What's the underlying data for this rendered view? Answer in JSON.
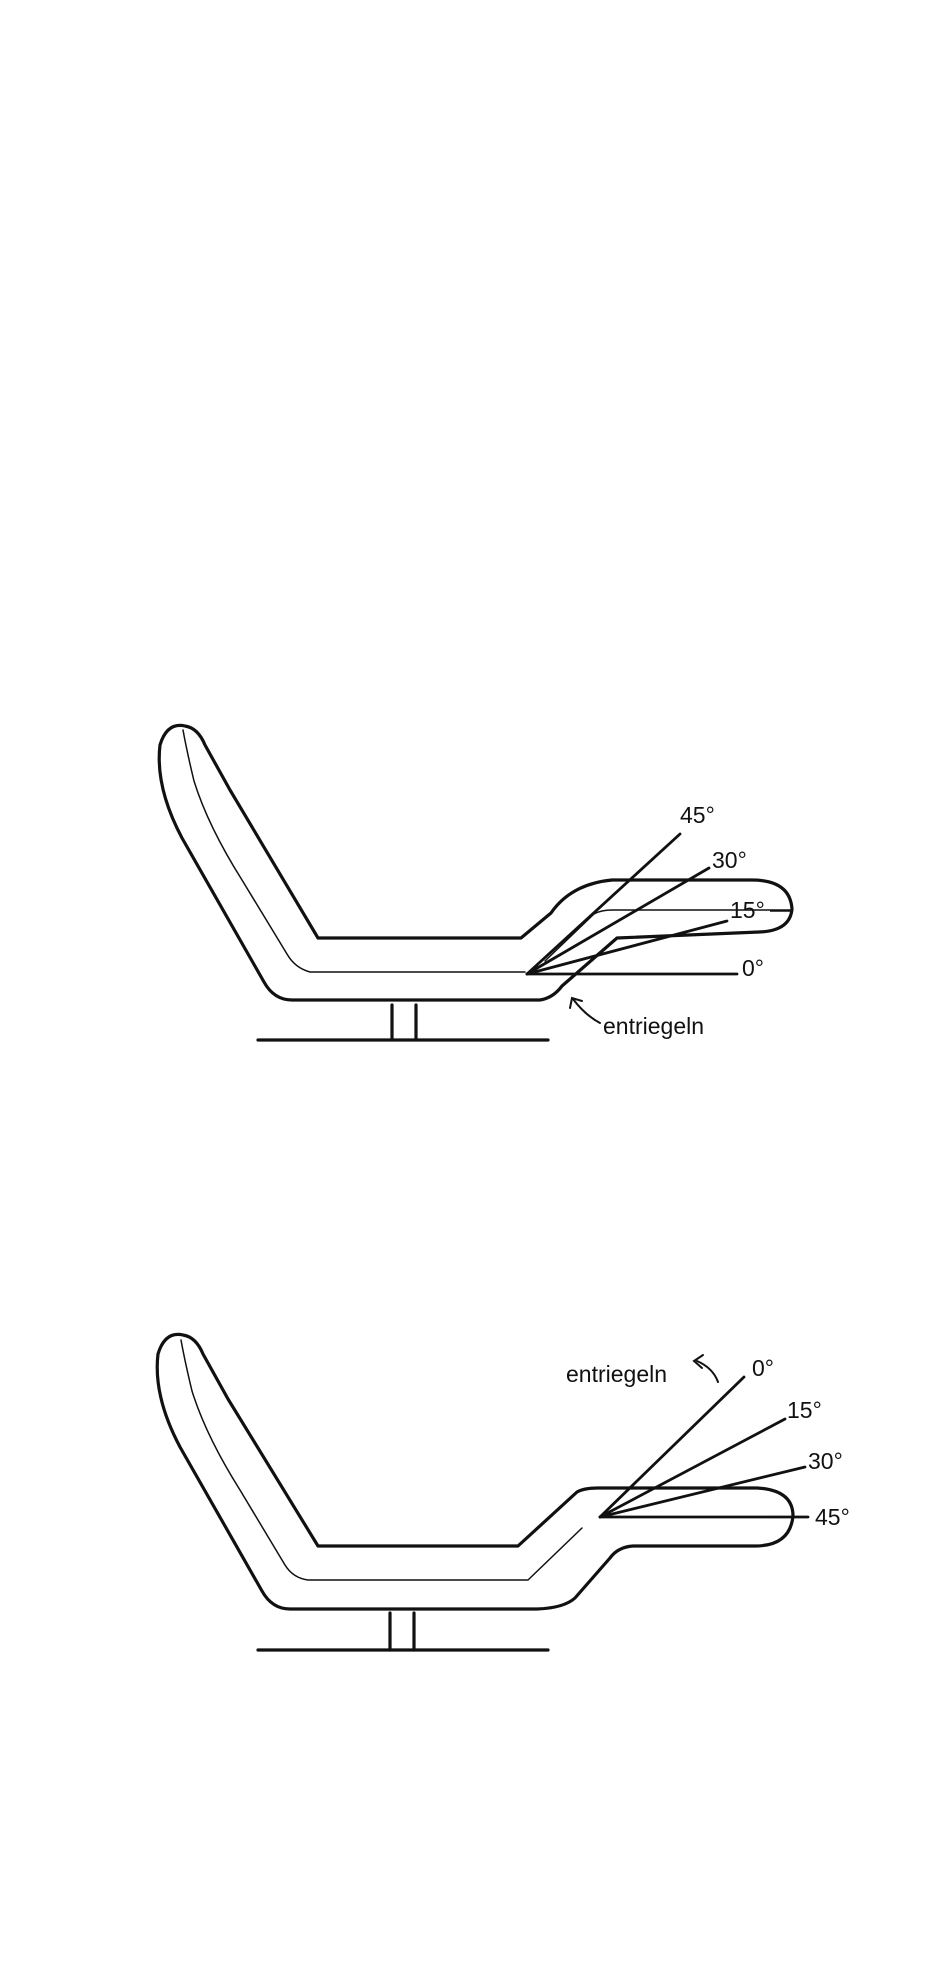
{
  "figures": [
    {
      "labels": {
        "angle_45": "45°",
        "angle_30": "30°",
        "angle_15": "15°",
        "angle_0": "0°",
        "release": "entriegeln"
      }
    },
    {
      "labels": {
        "angle_0": "0°",
        "angle_15": "15°",
        "angle_30": "30°",
        "angle_45": "45°",
        "release": "entriegeln"
      }
    }
  ],
  "colors": {
    "line": "#111111",
    "background": "#ffffff"
  }
}
